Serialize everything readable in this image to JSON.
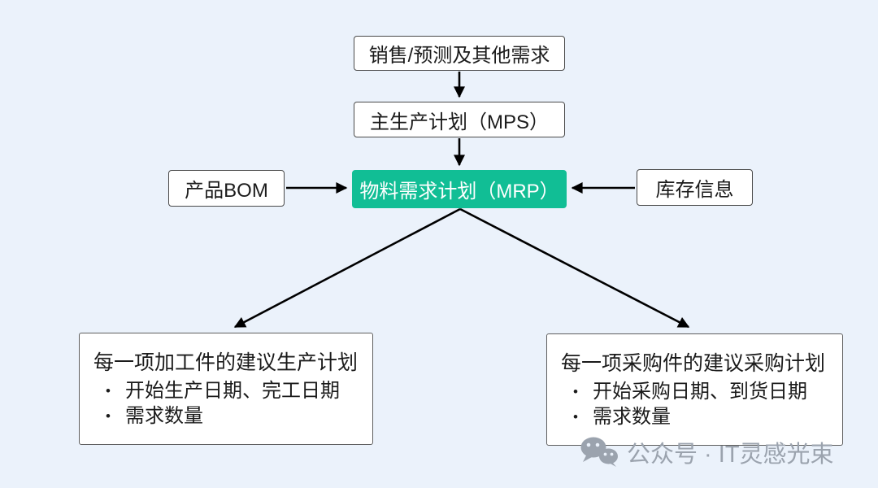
{
  "colors": {
    "background": "#EBF2FB",
    "accent": "#11BE95",
    "watermark": "#9BA3AE",
    "arrow": "#000000"
  },
  "symbols": {
    "bullet": "•"
  },
  "nodes": {
    "sales": {
      "label": "销售/预测及其他需求"
    },
    "mps": {
      "label": "主生产计划（MPS）"
    },
    "mrp": {
      "label": "物料需求计划（MRP）"
    },
    "bom": {
      "label": "产品BOM"
    },
    "inventory": {
      "label": "库存信息"
    },
    "production_plan": {
      "title": "每一项加工件的建议生产计划",
      "bullets": [
        "开始生产日期、完工日期",
        "需求数量"
      ]
    },
    "purchase_plan": {
      "title": "每一项采购件的建议采购计划",
      "bullets": [
        "开始采购日期、到货日期",
        "需求数量"
      ]
    }
  },
  "watermark": {
    "icon": "wechat-icon",
    "text": "公众号 · IT灵感光束"
  }
}
